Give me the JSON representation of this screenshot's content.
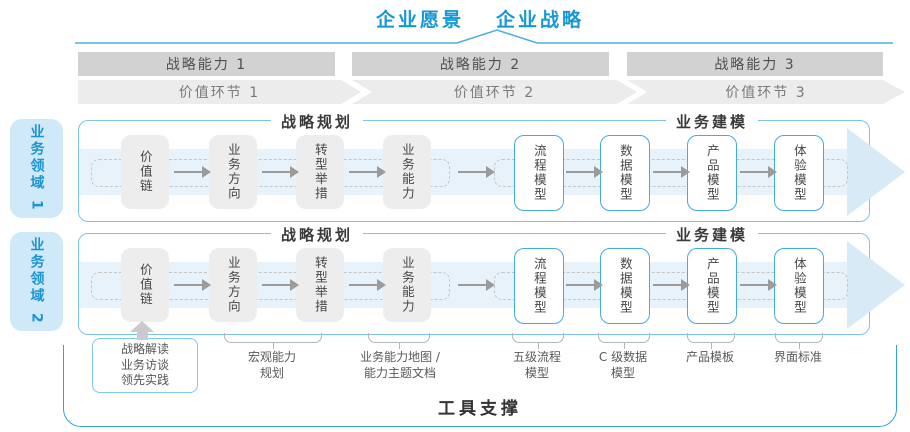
{
  "title": {
    "vision": "企业愿景",
    "strategy": "企业战略"
  },
  "strategy_bands": {
    "items": [
      {
        "label": "战略能力 1"
      },
      {
        "label": "战略能力 2"
      },
      {
        "label": "战略能力 3"
      }
    ]
  },
  "value_bands": {
    "items": [
      {
        "label": "价值环节 1"
      },
      {
        "label": "价值环节 2"
      },
      {
        "label": "价值环节 3"
      }
    ]
  },
  "domains": [
    {
      "label": "业务领域 1",
      "planning_header": "战略规划",
      "modeling_header": "业务建模",
      "boxes": [
        {
          "label": "价值链"
        },
        {
          "label": "业务方向"
        },
        {
          "label": "转型举措"
        },
        {
          "label": "业务能力"
        },
        {
          "label": "流程模型"
        },
        {
          "label": "数据模型"
        },
        {
          "label": "产品模型"
        },
        {
          "label": "体验模型"
        }
      ]
    },
    {
      "label": "业务领域 2",
      "planning_header": "战略规划",
      "modeling_header": "业务建模",
      "boxes": [
        {
          "label": "价值链"
        },
        {
          "label": "业务方向"
        },
        {
          "label": "转型举措"
        },
        {
          "label": "业务能力"
        },
        {
          "label": "流程模型"
        },
        {
          "label": "数据模型"
        },
        {
          "label": "产品模型"
        },
        {
          "label": "体验模型"
        }
      ]
    }
  ],
  "annotations": {
    "interview_box": {
      "lines": [
        "战略解读",
        "业务访谈",
        "领先实践"
      ]
    },
    "labels": [
      {
        "lines": [
          "宏观能力",
          "规划"
        ]
      },
      {
        "lines": [
          "业务能力地图 /",
          "能力主题文档"
        ]
      },
      {
        "lines": [
          "五级流程",
          "模型"
        ]
      },
      {
        "lines": [
          "C 级数据",
          "模型"
        ]
      },
      {
        "lines": [
          "产品模板",
          ""
        ]
      },
      {
        "lines": [
          "界面标准",
          ""
        ]
      }
    ]
  },
  "footer": {
    "label": "工具支撑"
  },
  "colors": {
    "accent_blue": "#1697d6",
    "panel_border": "#7cc5e9",
    "blue_box_border": "#45abdc",
    "strategy_band_gray": "#d2d2d2",
    "value_band_gray": "#ececec",
    "flow_band_blue": "#e7f2fb",
    "arrowhead_blue": "#d9eaf7",
    "domain_label_bg": "#cfe9f8",
    "footer_border": "#2ea3da"
  }
}
